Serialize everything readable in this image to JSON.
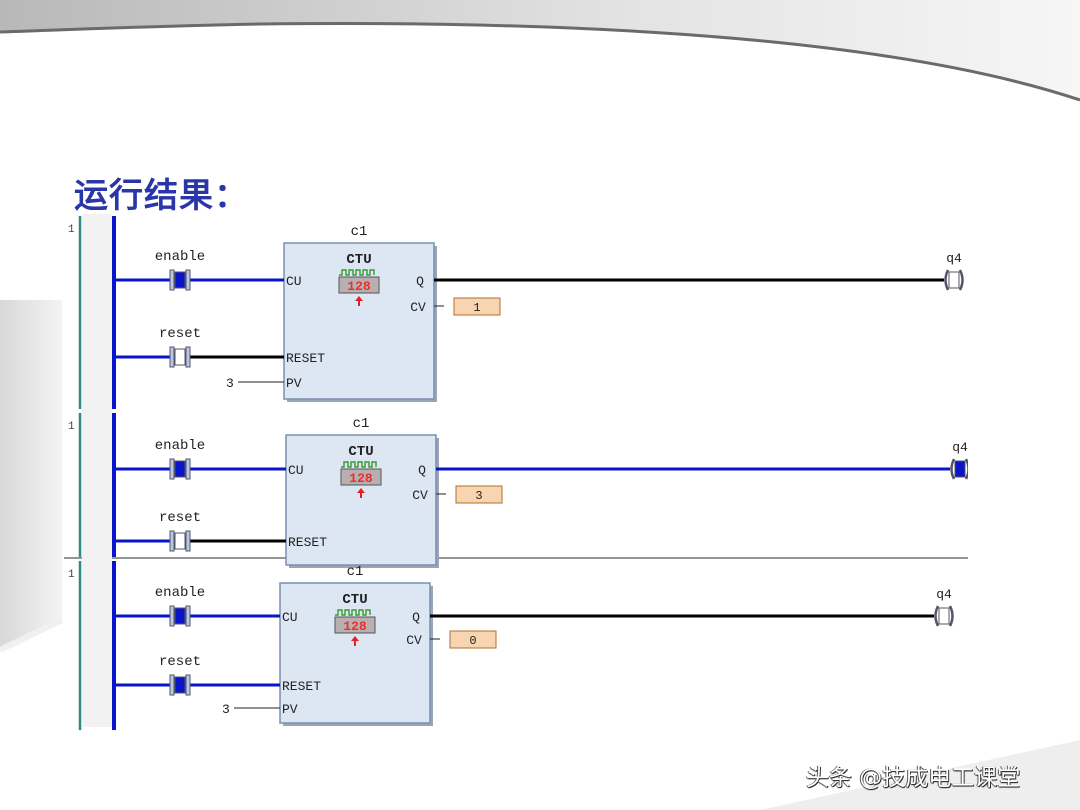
{
  "slide": {
    "title": "运行结果：",
    "watermark": "头条 @技成电工课堂"
  },
  "colors": {
    "energized": "#0a14c8",
    "deenergized": "#000000",
    "block_fill": "#dde6f3",
    "block_border": "#7a8fb0",
    "value_fill": "#f8d4b0",
    "value_border": "#b0702a",
    "rail_teal": "#2e8a80",
    "title": "#2a36a8"
  },
  "rungs": [
    {
      "rung_number": "1",
      "instance": "c1",
      "block_type": "CTU",
      "contacts": [
        {
          "label": "enable",
          "pin": "CU",
          "closed": true,
          "energized_out": true
        },
        {
          "label": "reset",
          "pin": "RESET",
          "closed": false,
          "energized_out": false
        }
      ],
      "pv_value": "3",
      "pv_pin": "PV",
      "q_pin": "Q",
      "cv_pin": "CV",
      "cv_value": "1",
      "q_energized": false,
      "coil_label": "q4",
      "coil_on": false
    },
    {
      "rung_number": "1",
      "instance": "c1",
      "block_type": "CTU",
      "contacts": [
        {
          "label": "enable",
          "pin": "CU",
          "closed": true,
          "energized_out": true
        },
        {
          "label": "reset",
          "pin": "RESET",
          "closed": false,
          "energized_out": false
        }
      ],
      "pv_value": null,
      "pv_pin": null,
      "q_pin": "Q",
      "cv_pin": "CV",
      "cv_value": "3",
      "q_energized": true,
      "coil_label": "q4",
      "coil_on": true
    },
    {
      "rung_number": "1",
      "instance": "c1",
      "block_type": "CTU",
      "contacts": [
        {
          "label": "enable",
          "pin": "CU",
          "closed": true,
          "energized_out": true
        },
        {
          "label": "reset",
          "pin": "RESET",
          "closed": true,
          "energized_out": true
        }
      ],
      "pv_value": "3",
      "pv_pin": "PV",
      "q_pin": "Q",
      "cv_pin": "CV",
      "cv_value": "0",
      "q_energized": false,
      "coil_label": "q4",
      "coil_on": false
    }
  ]
}
